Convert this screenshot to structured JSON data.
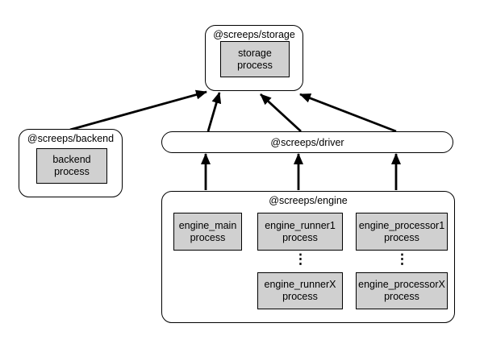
{
  "diagram": {
    "storage": {
      "label": "@screeps/storage",
      "process": {
        "line1": "storage",
        "line2": "process"
      }
    },
    "backend": {
      "label": "@screeps/backend",
      "process": {
        "line1": "backend",
        "line2": "process"
      }
    },
    "driver": {
      "label": "@screeps/driver"
    },
    "engine": {
      "label": "@screeps/engine",
      "ellipsis": "⋮",
      "processes": {
        "main": {
          "line1": "engine_main",
          "line2": "process"
        },
        "runner1": {
          "line1": "engine_runner1",
          "line2": "process"
        },
        "processor1": {
          "line1": "engine_processor1",
          "line2": "process"
        },
        "runnerX": {
          "line1": "engine_runnerX",
          "line2": "process"
        },
        "processorX": {
          "line1": "engine_processorX",
          "line2": "process"
        }
      }
    },
    "colors": {
      "process_fill": "#d0d0d0",
      "border": "#000000",
      "background": "#ffffff"
    }
  }
}
